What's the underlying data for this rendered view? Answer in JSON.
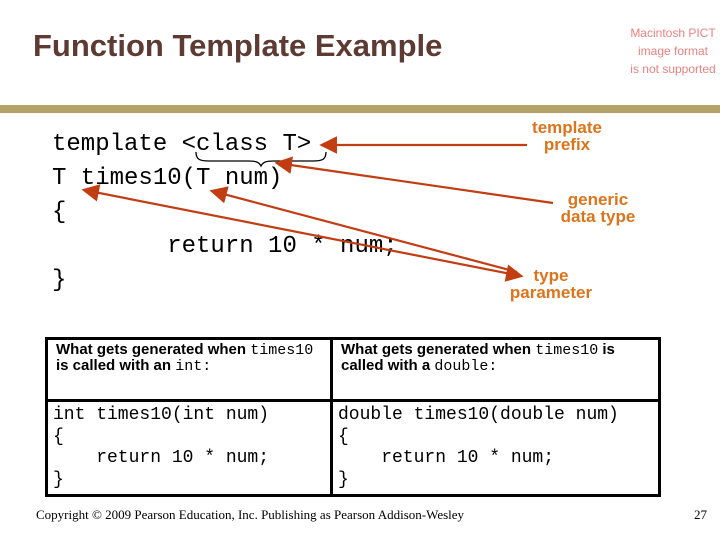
{
  "slide": {
    "title": "Function Template Example",
    "pict_notice": "Macintosh PICT\nimage format\nis not supported",
    "footer": "Copyright © 2009 Pearson Education, Inc. Publishing as Pearson Addison-Wesley",
    "page_number": "27"
  },
  "code": {
    "block": "template <class T>\nT times10(T num)\n{\n        return 10 * num;\n}"
  },
  "callouts": {
    "template_prefix": "template\nprefix",
    "generic_data_type": "generic\ndata type",
    "type_parameter": "type\nparameter"
  },
  "table": {
    "header_left": {
      "t1": "What gets generated when ",
      "c1": "times10",
      "t2": " is called with an ",
      "c2": "int:"
    },
    "header_right": {
      "t1": "What gets generated when ",
      "c1": "times10",
      "t2": " is called with a ",
      "c2": "double:"
    },
    "code_left": "int times10(int num)\n{\n    return 10 * num;\n}",
    "code_right": "double times10(double num)\n{\n    return 10 * num;\n}"
  },
  "colors": {
    "title": "#5D3A32",
    "divider_bar": "#B4A369",
    "callout_label": "#DC741C",
    "arrow": "#C33D13",
    "pict_notice": "#EB8080"
  }
}
